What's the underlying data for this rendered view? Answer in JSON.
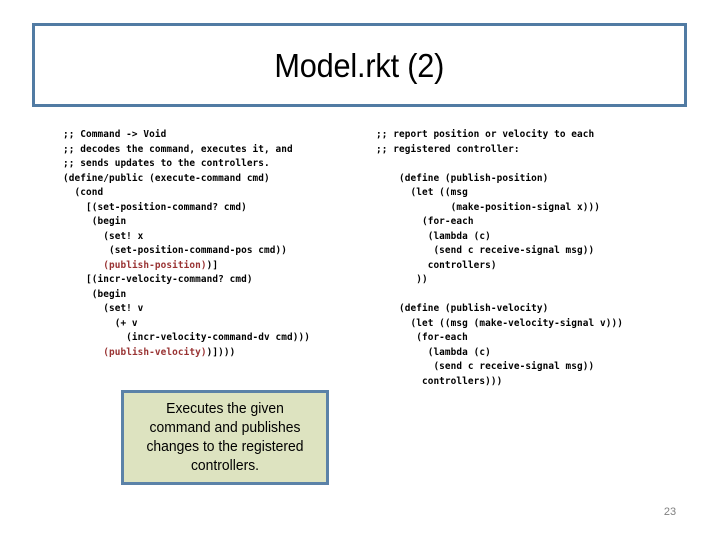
{
  "slide": {
    "title": "Model.rkt (2)",
    "page_number": "23",
    "colors": {
      "title_border": "#517ba3",
      "callout_border": "#5b82a8",
      "callout_fill": "#dde3c0",
      "code_text": "#000000",
      "code_highlight": "#993333",
      "page_number": "#808080"
    }
  },
  "code_left": {
    "lines": [
      {
        "text": ";; Command -> Void"
      },
      {
        "text": ";; decodes the command, executes it, and"
      },
      {
        "text": ";; sends updates to the controllers."
      },
      {
        "text": "(define/public (execute-command cmd)"
      },
      {
        "text": "  (cond"
      },
      {
        "text": "    [(set-position-command? cmd)"
      },
      {
        "text": "     (begin"
      },
      {
        "text": "       (set! x"
      },
      {
        "text": "        (set-position-command-pos cmd))"
      },
      {
        "pre": "       ",
        "red": "(publish-position)",
        "post": ")]"
      },
      {
        "text": "    [(incr-velocity-command? cmd)"
      },
      {
        "text": "     (begin"
      },
      {
        "text": "       (set! v"
      },
      {
        "text": "         (+ v"
      },
      {
        "text": "           (incr-velocity-command-dv cmd)))"
      },
      {
        "pre": "       ",
        "red": "(publish-velocity)",
        "post": ")])))"
      }
    ]
  },
  "code_right": {
    "lines": [
      {
        "text": ";; report position or velocity to each"
      },
      {
        "text": ";; registered controller:"
      },
      {
        "text": ""
      },
      {
        "text": "    (define (publish-position)"
      },
      {
        "text": "      (let ((msg"
      },
      {
        "text": "             (make-position-signal x)))"
      },
      {
        "text": "        (for-each"
      },
      {
        "text": "         (lambda (c)"
      },
      {
        "text": "          (send c receive-signal msg))"
      },
      {
        "text": "         controllers)"
      },
      {
        "text": "       ))"
      },
      {
        "text": ""
      },
      {
        "text": "    (define (publish-velocity)"
      },
      {
        "text": "      (let ((msg (make-velocity-signal v)))"
      },
      {
        "text": "       (for-each"
      },
      {
        "text": "         (lambda (c)"
      },
      {
        "text": "          (send c receive-signal msg))"
      },
      {
        "text": "        controllers)))"
      }
    ]
  },
  "callout": {
    "text": "Executes the given command and publishes changes to the registered controllers."
  }
}
